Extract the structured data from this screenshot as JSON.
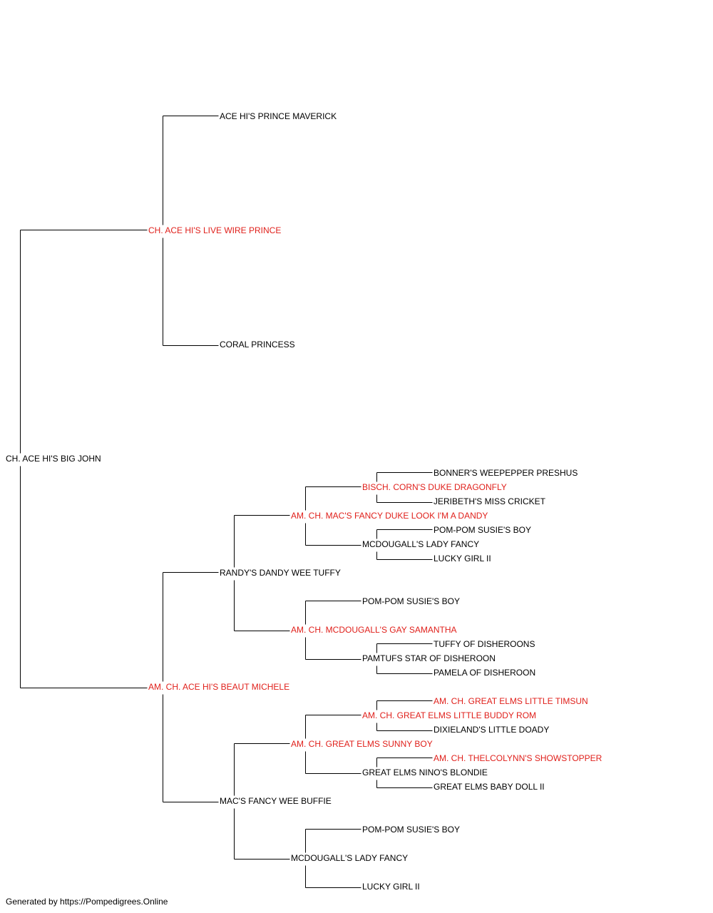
{
  "pedigree": {
    "subject": {
      "name": "CH. ACE HI'S BIG JOHN",
      "champion": false
    },
    "sire": {
      "name": "CH. ACE HI'S LIVE WIRE PRINCE",
      "champion": true,
      "sire": {
        "name": "ACE HI'S PRINCE MAVERICK",
        "champion": false
      },
      "dam": {
        "name": "CORAL PRINCESS",
        "champion": false
      }
    },
    "dam": {
      "name": "AM. CH. ACE HI'S BEAUT MICHELE",
      "champion": true,
      "sire": {
        "name": "RANDY'S DANDY WEE TUFFY",
        "champion": false,
        "sire": {
          "name": "AM. CH. MAC'S FANCY DUKE LOOK I'M A DANDY",
          "champion": true,
          "sire": {
            "name": "BISCH. CORN'S DUKE DRAGONFLY",
            "champion": true,
            "sire": {
              "name": "BONNER'S WEEPEPPER PRESHUS",
              "champion": false
            },
            "dam": {
              "name": "JERIBETH'S MISS CRICKET",
              "champion": false
            }
          },
          "dam": {
            "name": "MCDOUGALL'S LADY FANCY",
            "champion": false,
            "sire": {
              "name": "POM-POM SUSIE'S BOY",
              "champion": false
            },
            "dam": {
              "name": "LUCKY GIRL II",
              "champion": false
            }
          }
        },
        "dam": {
          "name": "AM. CH. MCDOUGALL'S GAY SAMANTHA",
          "champion": true,
          "sire": {
            "name": "POM-POM SUSIE'S BOY",
            "champion": false
          },
          "dam": {
            "name": "PAMTUFS STAR OF DISHEROON",
            "champion": false,
            "sire": {
              "name": "TUFFY OF DISHEROONS",
              "champion": false
            },
            "dam": {
              "name": "PAMELA OF DISHEROON",
              "champion": false
            }
          }
        }
      },
      "dam": {
        "name": "MAC'S FANCY WEE BUFFIE",
        "champion": false,
        "sire": {
          "name": "AM. CH. GREAT ELMS SUNNY BOY",
          "champion": true,
          "sire": {
            "name": "AM. CH. GREAT ELMS LITTLE BUDDY ROM",
            "champion": true,
            "sire": {
              "name": "AM. CH. GREAT ELMS LITTLE TIMSUN",
              "champion": true
            },
            "dam": {
              "name": "DIXIELAND'S LITTLE DOADY",
              "champion": false
            }
          },
          "dam": {
            "name": "GREAT ELMS NINO'S BLONDIE",
            "champion": false,
            "sire": {
              "name": "AM. CH. THELCOLYNN'S SHOWSTOPPER",
              "champion": true
            },
            "dam": {
              "name": "GREAT ELMS BABY DOLL II",
              "champion": false
            }
          }
        },
        "dam": {
          "name": "MCDOUGALL'S LADY FANCY",
          "champion": false,
          "sire": {
            "name": "POM-POM SUSIE'S BOY",
            "champion": false
          },
          "dam": {
            "name": "LUCKY GIRL II",
            "champion": false
          }
        }
      }
    }
  },
  "colors": {
    "champion": "#e0201b",
    "normal": "#000000",
    "line": "#000000"
  },
  "footer": {
    "text": "Generated by https://Pompedigrees.Online"
  }
}
